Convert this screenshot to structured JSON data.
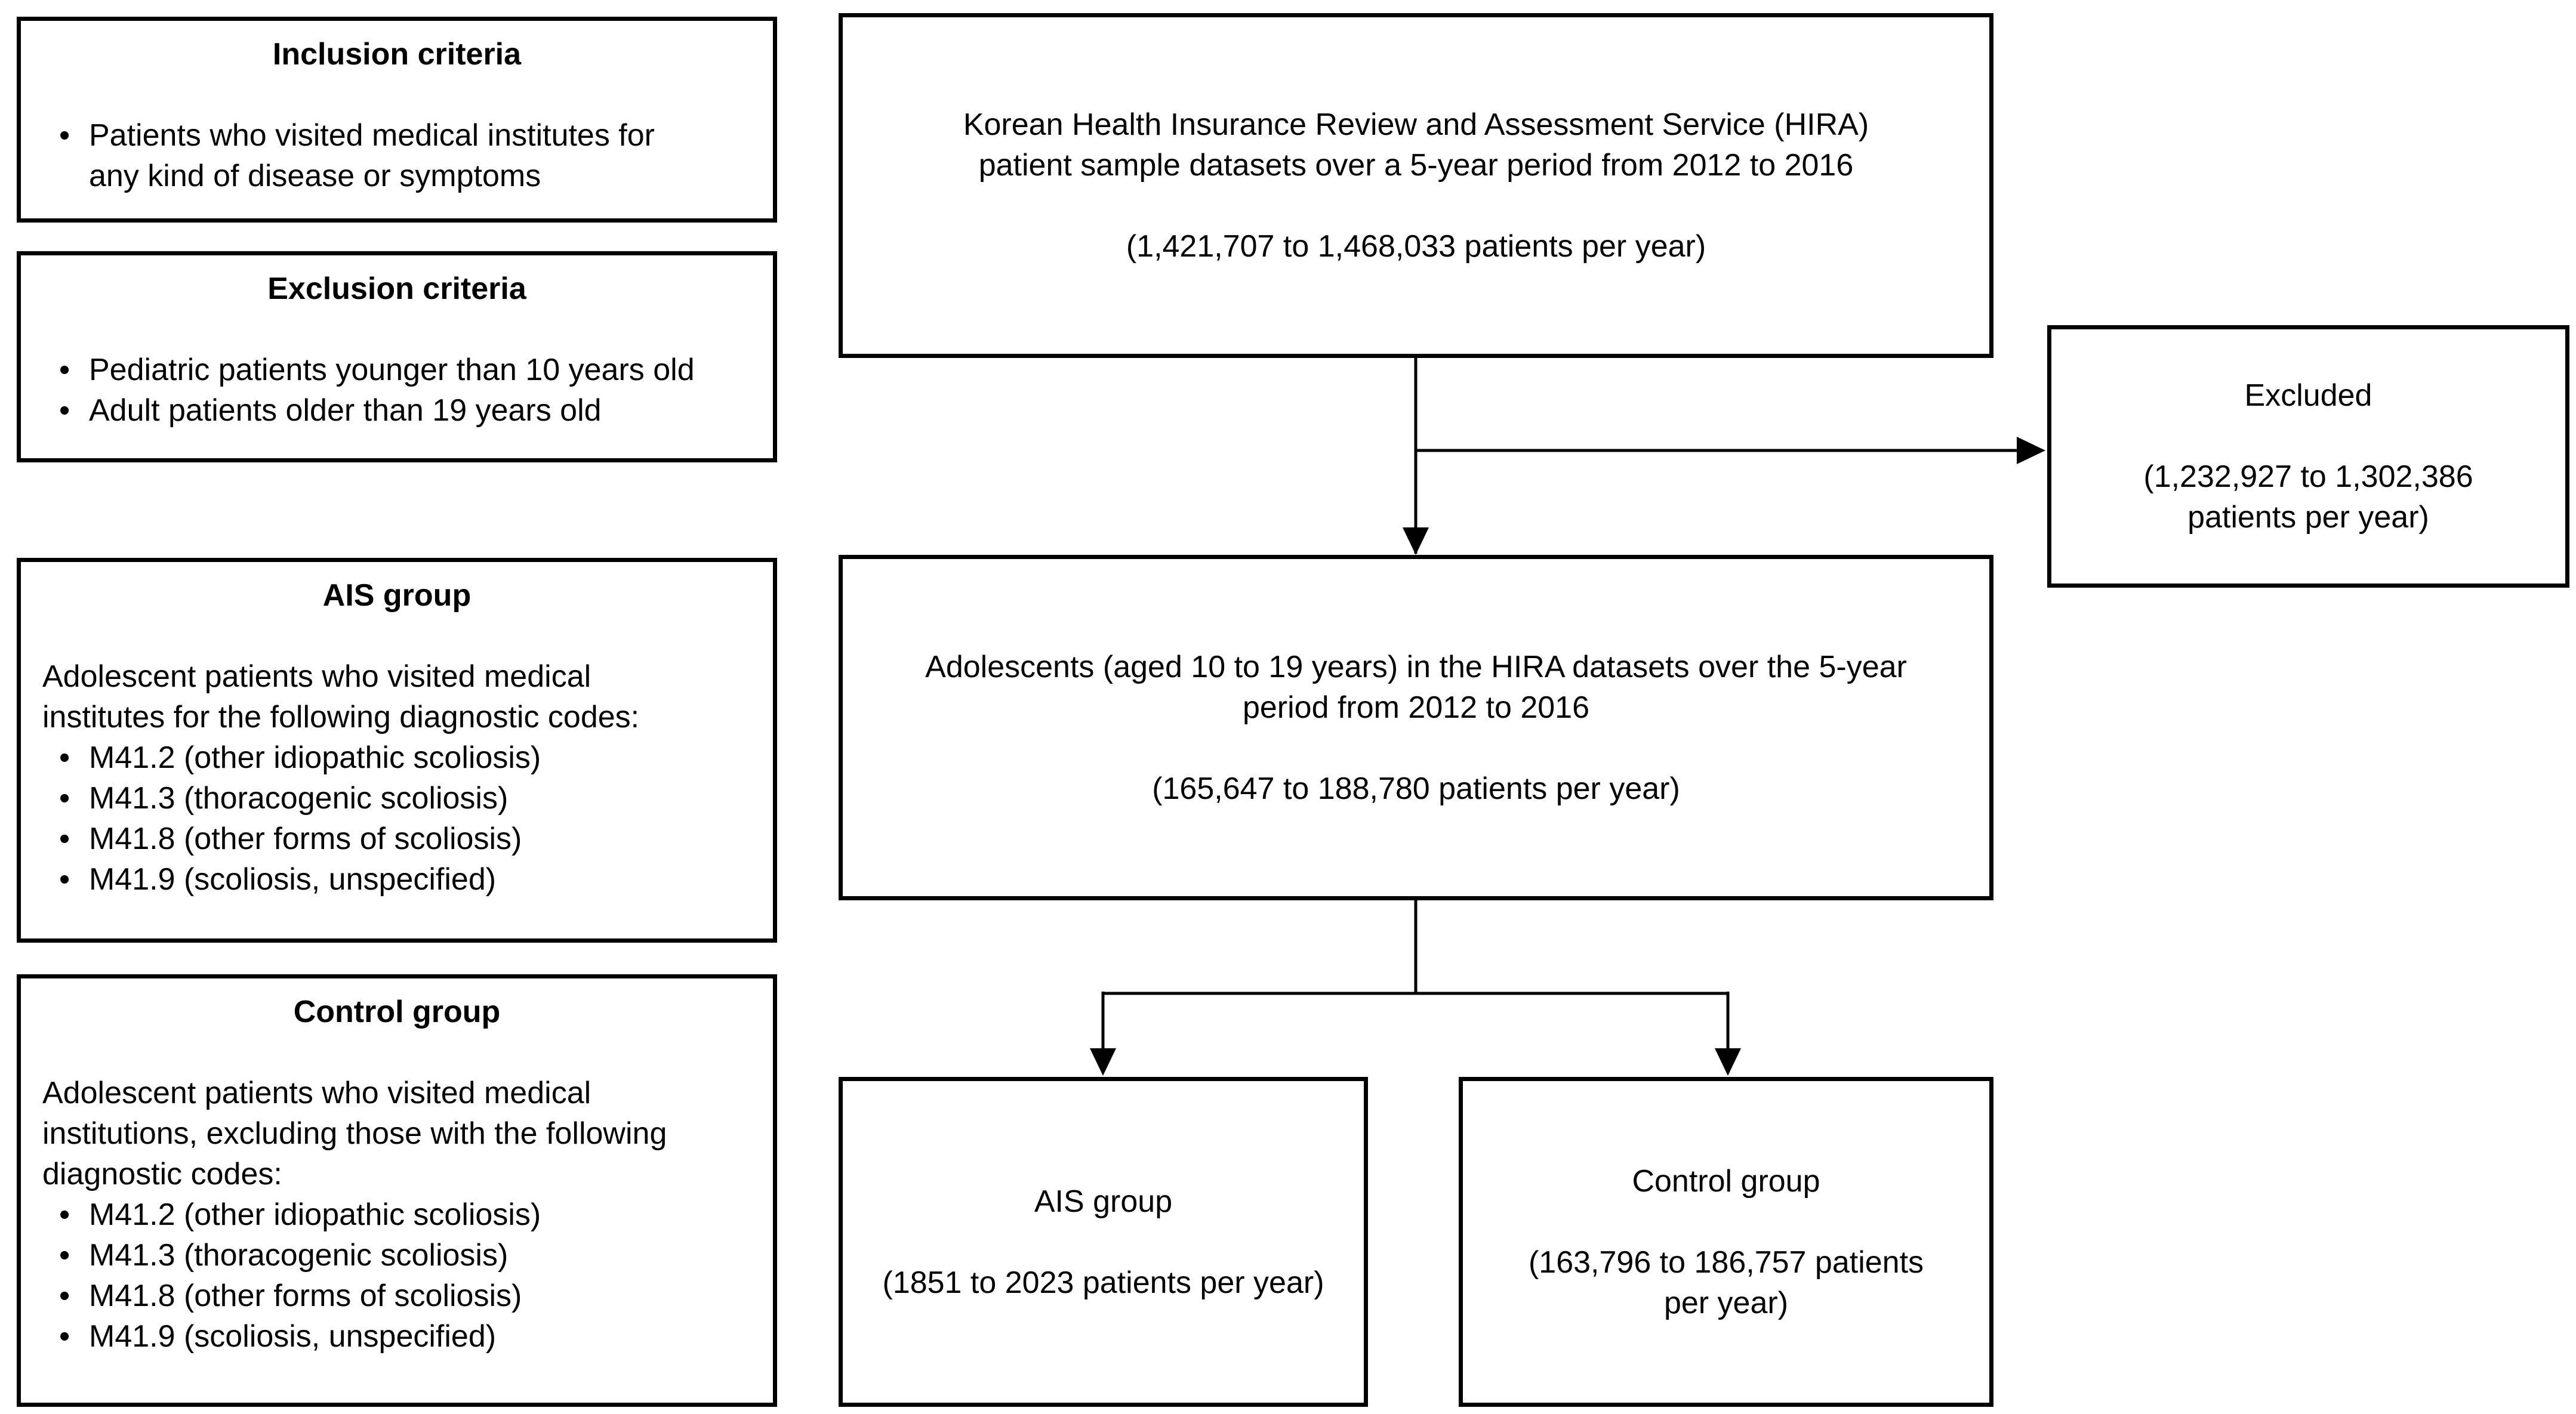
{
  "diagram": {
    "colors": {
      "ink": "#000000",
      "background": "#ffffff"
    },
    "left_column": {
      "inclusion": {
        "title": "Inclusion criteria",
        "bullets": [
          "Patients who visited medical institutes for\nany kind of disease or symptoms"
        ]
      },
      "exclusion": {
        "title": "Exclusion criteria",
        "bullets": [
          "Pediatric patients younger than 10 years old",
          "Adult patients older than 19 years old"
        ]
      },
      "ais": {
        "title": "AIS group",
        "description": "Adolescent patients who visited medical\ninstitutes for the following diagnostic codes:",
        "bullets": [
          "M41.2 (other idiopathic scoliosis)",
          "M41.3 (thoracogenic scoliosis)",
          "M41.8 (other forms of scoliosis)",
          "M41.9 (scoliosis, unspecified)"
        ]
      },
      "control": {
        "title": "Control group",
        "description": "Adolescent patients who visited medical\ninstitutions, excluding those with the following\ndiagnostic codes:",
        "bullets": [
          "M41.2 (other idiopathic scoliosis)",
          "M41.3 (thoracogenic scoliosis)",
          "M41.8 (other forms of scoliosis)",
          "M41.9 (scoliosis, unspecified)"
        ]
      }
    },
    "flow": {
      "source": {
        "text": "Korean Health Insurance Review and Assessment Service (HIRA)\npatient sample datasets over a 5-year period from 2012 to 2016",
        "note": "(1,421,707 to 1,468,033 patients per year)"
      },
      "excluded": {
        "title": "Excluded",
        "note": "(1,232,927 to 1,302,386\npatients per year)"
      },
      "adolescents": {
        "text": "Adolescents (aged 10 to 19 years) in the HIRA datasets over the 5-year\nperiod from 2012 to 2016",
        "note": "(165,647 to 188,780 patients per year)"
      },
      "ais_group": {
        "title": "AIS group",
        "note": "(1851 to 2023 patients per year)"
      },
      "control_group": {
        "title": "Control group",
        "note": "(163,796 to 186,757 patients\nper year)"
      }
    }
  }
}
